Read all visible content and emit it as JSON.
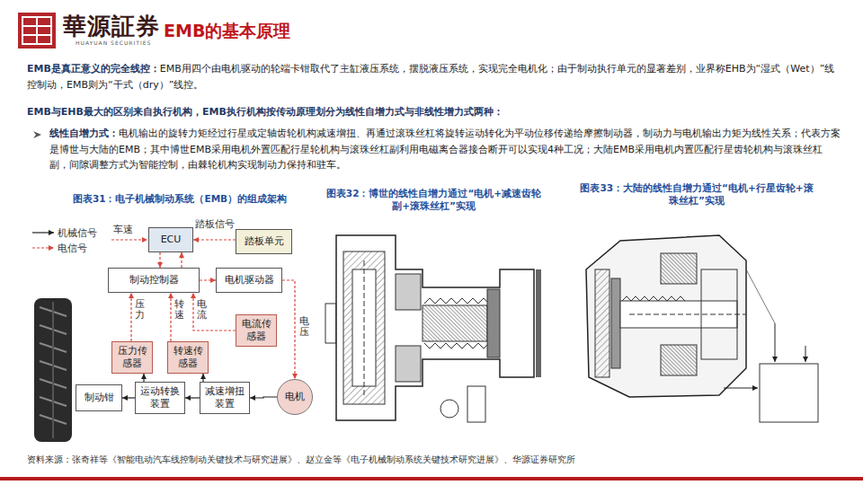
{
  "diagram": {
    "title": "EMB的基本原理",
    "nodes": [
      {
        "text": [
          "ECU"
        ]
      },
      {
        "text": [
          "踏板单元"
        ]
      },
      {
        "text": [
          "制动控制器"
        ]
      },
      {
        "text": [
          "电机驱动器"
        ]
      },
      {
        "text": [
          "电流传感器"
        ]
      },
      {
        "text": [
          "压力传感器"
        ]
      },
      {
        "text": [
          "转速传感器"
        ]
      },
      {
        "text": [
          "电机"
        ]
      },
      {
        "text": [
          "减速增扭装置"
        ]
      },
      {
        "text": [
          "运动转换装置"
        ]
      },
      {
        "text": [
          "制动钳"
        ]
      }
    ],
    "edges": [
      {
        "from": 1,
        "to": 0,
        "label": "踏板信号",
        "arrow": "to"
      },
      {
        "from": 0,
        "to": 2,
        "arrow": "to"
      },
      {
        "from": 2,
        "to": 0,
        "arrow": "to"
      },
      {
        "from": 2,
        "to": 3,
        "arrow": "to"
      },
      {
        "from": 3,
        "to": 7,
        "label": "电压",
        "arrow": "to"
      },
      {
        "from": 4,
        "to": 2,
        "label": "电流",
        "arrow": "to"
      },
      {
        "from": 5,
        "to": 2,
        "label": "压力",
        "arrow": "to"
      },
      {
        "from": 6,
        "to": 2,
        "label": "转速",
        "arrow": "to"
      },
      {
        "from": 7,
        "to": 8,
        "arrow": "to"
      },
      {
        "from": 8,
        "to": 9,
        "arrow": "to"
      },
      {
        "from": 9,
        "to": 10,
        "arrow": "to"
      },
      {
        "from": 9,
        "to": 5,
        "arrow": "to"
      },
      {
        "from": 8,
        "to": 6,
        "arrow": "to"
      }
    ],
    "labels": [
      "華源証券",
      "HUAYUAN SECURITIES",
      "EMB是真正意义的完全线控：",
      "EMB用四个由电机驱动的轮端卡钳取代了主缸液压系统，摆脱液压系统，实现完全电机化；由于制动执行单元的显著差别，业界称EHB为“湿式（Wet）”线控制动，EMB则为“干式（dry）”线控。",
      "EMB与EHB最大的区别来自执行机构，EMB执行机构按传动原理划分为线性自增力式与非线性增力式两种：",
      "线性自增力式：",
      "电机输出的旋转力矩经过行星或定轴齿轮机构减速增扭、再通过滚珠丝杠将旋转运动转化为平动位移传递给摩擦制动器，制动力与电机输出力矩为线性关系；代表方案是博世与大陆的EMB；其中博世EMB采用电机外置匹配行星轮机构与滚珠丝杠副利用电磁离合器接合断开可以实现4种工况；大陆EMB采用电机内置匹配行星齿轮机构与滚珠丝杠副，间隙调整方式为智能控制，由棘轮机构实现制动力保持和驻车。",
      "图表31：电子机械制动系统（EMB）的组成架构",
      "图表32：博世的线性自增力通过“电机+减速齿轮副+滚珠丝杠”实现",
      "图表33：大陆的线性自增力通过“电机+行星齿轮+滚珠丝杠”实现",
      "车速",
      "资料来源：张奇祥等《智能电动汽车线控制动关键技术与研究进展》、赵立金等《电子机械制动系统关键技术研究进展》、华源证券研究所"
    ],
    "legend": [
      {
        "text": "机械信号"
      },
      {
        "text": "电信号"
      }
    ]
  }
}
